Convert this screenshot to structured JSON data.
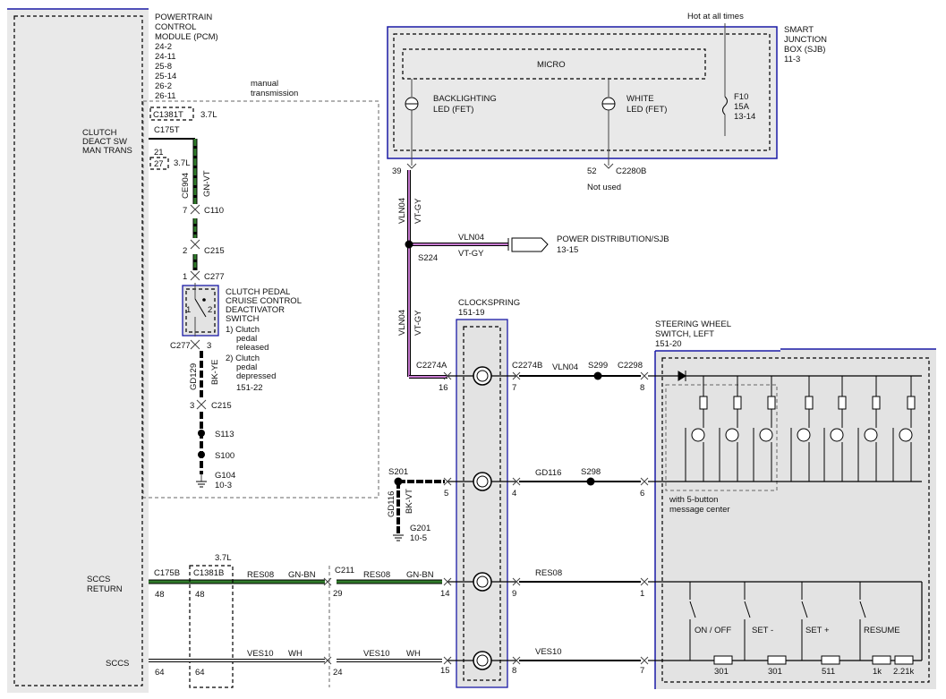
{
  "pcm": {
    "title": [
      "POWERTRAIN",
      "CONTROL",
      "MODULE (PCM)"
    ],
    "refs": [
      "24-2",
      "24-11",
      "25-8",
      "25-14",
      "26-2",
      "26-11"
    ]
  },
  "manual_transmission": [
    "manual",
    "transmission"
  ],
  "pcm_pins": {
    "clutch": [
      "CLUTCH",
      "DEACT SW",
      "MAN TRANS"
    ],
    "sccs_return": [
      "SCCS",
      "RETURN"
    ],
    "sccs": "SCCS"
  },
  "connectors": {
    "c1381t": "C1381T",
    "c1381t_ref": "3.7L",
    "c175t": "C175T",
    "pin21": "21",
    "pin27": "27",
    "pin27_ref": "3.7L",
    "ce904": "CE904",
    "gnvt": "GN-VT",
    "c110_pin": "7",
    "c110": "C110",
    "c215_pin": "2",
    "c215": "C215",
    "c277_pin": "1",
    "c277": "C277",
    "c277b": "C277",
    "c277b_pin": "3",
    "gd129": "GD129",
    "bkye": "BK-YE",
    "c215b_pin": "3",
    "c215b": "C215",
    "s113": "S113",
    "s100": "S100",
    "g104": "G104",
    "g104_ref": "10-3"
  },
  "clutch_switch": {
    "title": [
      "CLUTCH PEDAL",
      "CRUISE CONTROL",
      "DEACTIVATOR",
      "SWITCH"
    ],
    "states": [
      "1) Clutch",
      "pedal",
      "released",
      "2) Clutch",
      "pedal",
      "depressed",
      "151-22"
    ],
    "pin1": "1",
    "pin2": "2"
  },
  "sjb": {
    "hot": "Hot at all times",
    "title": [
      "SMART",
      "JUNCTION",
      "BOX (SJB)",
      "11-3"
    ],
    "micro": "MICRO",
    "backlighting": [
      "BACKLIGHTING",
      "LED (FET)"
    ],
    "white": [
      "WHITE",
      "LED (FET)"
    ],
    "fuse": [
      "F10",
      "15A",
      "13-14"
    ],
    "pin39": "39",
    "pin52": "52",
    "c2280b": "C2280B",
    "not_used": "Not used"
  },
  "vln04_wire": {
    "circuit": "VLN04",
    "color": "VT-GY",
    "splice": "S224",
    "branch_circuit": "VLN04",
    "branch_color": "VT-GY",
    "power_dist": "POWER DISTRIBUTION/SJB",
    "power_dist_ref": "13-15",
    "circuit2": "VLN04",
    "color2": "VT-GY",
    "c2274a": "C2274A",
    "pin16": "16"
  },
  "clockspring": {
    "title": [
      "CLOCKSPRING",
      "151-19"
    ],
    "c2274b": "C2274B",
    "pin7": "7",
    "vln04": "VLN04",
    "s299": "S299",
    "c2298": "C2298",
    "pin8": "8",
    "s201": "S201",
    "pin5": "5",
    "pin4": "4",
    "gd116": "GD116",
    "s298": "S298",
    "pin6": "6",
    "gd116v": "GD116",
    "bkvt": "BK-VT",
    "g201": "G201",
    "g201_ref": "10-5",
    "pin14": "14",
    "pin9": "9",
    "res08": "RES08",
    "pin1": "1",
    "pin15": "15",
    "pin8b": "8",
    "ves10": "VES10",
    "pin7b": "7"
  },
  "sccs_return_wire": {
    "c175b": "C175B",
    "c1381b": "C1381B",
    "c1381b_ref": "3.7L",
    "pin48a": "48",
    "pin48b": "48",
    "res08": "RES08",
    "gnbn": "GN-BN",
    "c211": "C211",
    "pin29": "29",
    "res08b": "RES08",
    "gnbn2": "GN-BN"
  },
  "sccs_wire": {
    "pin64a": "64",
    "pin64b": "64",
    "ves10": "VES10",
    "wh": "WH",
    "pin24": "24",
    "ves10b": "VES10",
    "wh2": "WH"
  },
  "steering_switch": {
    "title": [
      "STEERING WHEEL",
      "SWITCH, LEFT",
      "151-20"
    ],
    "note": [
      "with 5-button",
      "message center"
    ],
    "buttons": [
      "ON / OFF",
      "SET -",
      "SET +",
      "RESUME"
    ],
    "resistors": [
      "301",
      "301",
      "511",
      "1k",
      "2.21k"
    ]
  },
  "colors": {
    "green": "#2f7a2a",
    "violet": "#c77bd0",
    "panel": "#e6e6e6",
    "blue_border": "#1a1aa6"
  }
}
